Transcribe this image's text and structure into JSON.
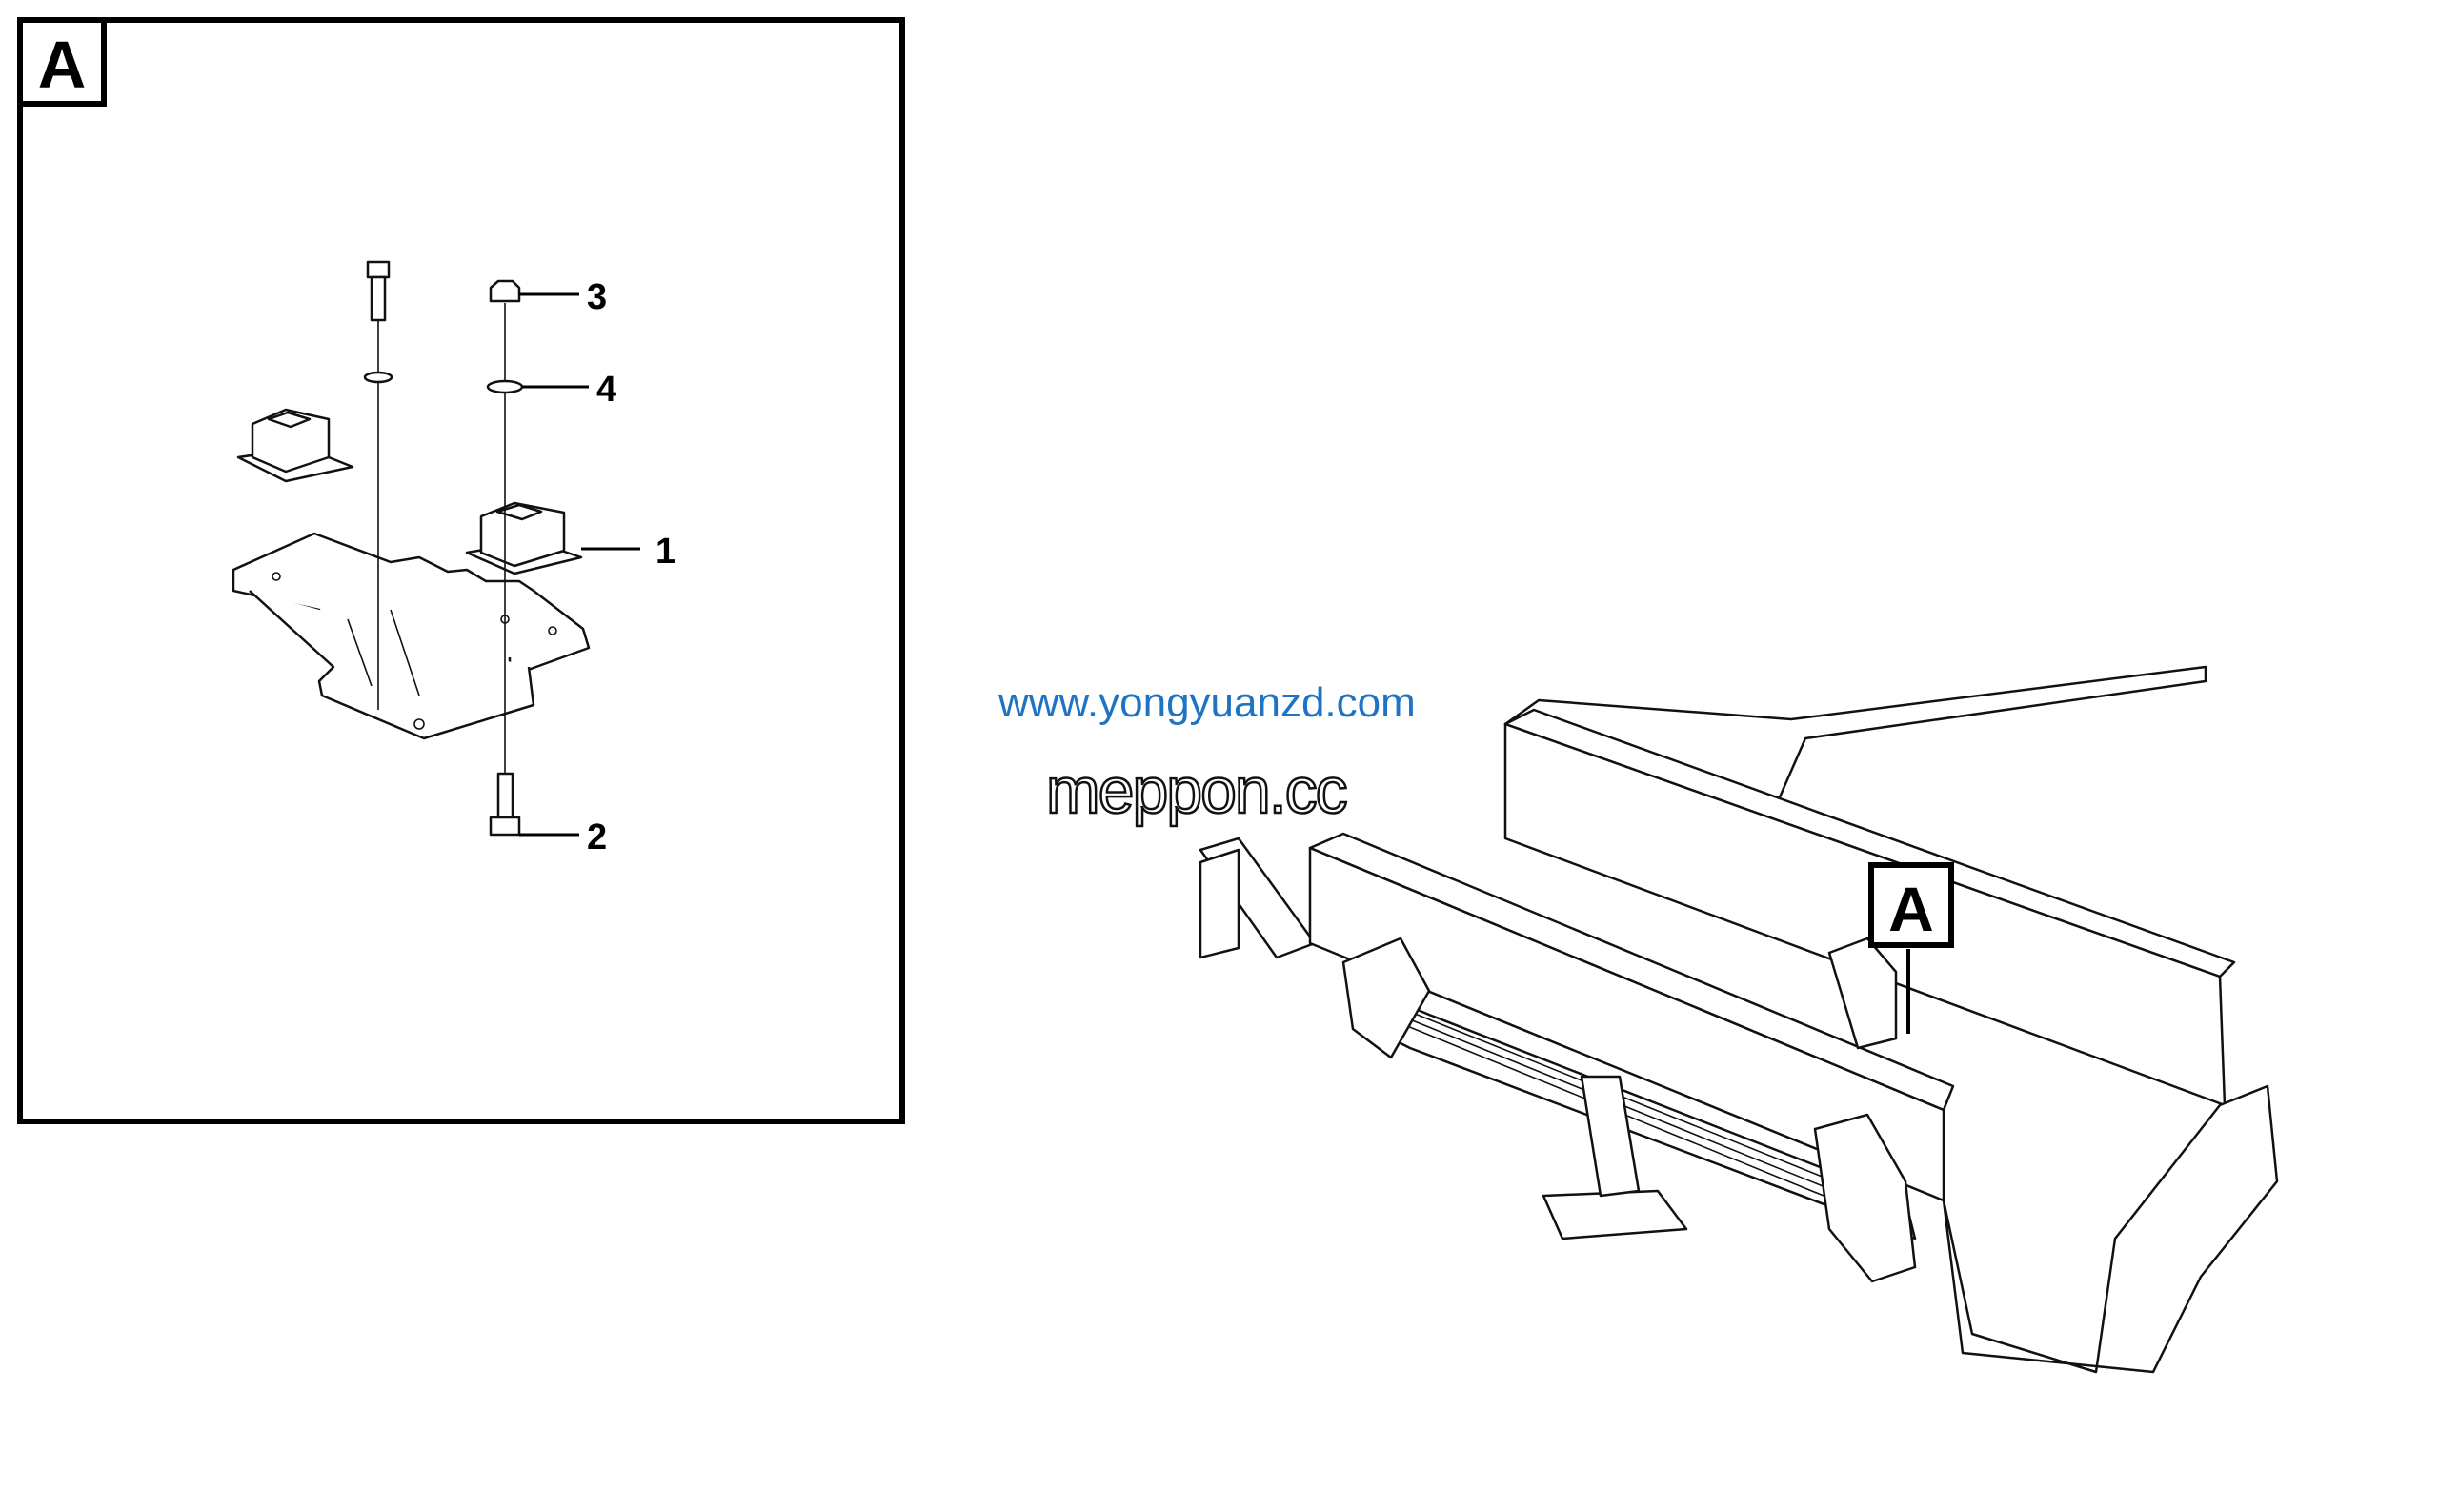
{
  "detail_view": {
    "label": "A",
    "callouts": [
      {
        "number": "1",
        "part": "rubber-mount"
      },
      {
        "number": "2",
        "part": "bolt"
      },
      {
        "number": "3",
        "part": "nut"
      },
      {
        "number": "4",
        "part": "washer"
      }
    ]
  },
  "overview": {
    "reference_label": "A"
  },
  "watermarks": [
    "meppon.cc",
    "www.yongyuanzd.com"
  ],
  "colors": {
    "line": "#111111",
    "watermark_blue": "#1f73c4"
  }
}
